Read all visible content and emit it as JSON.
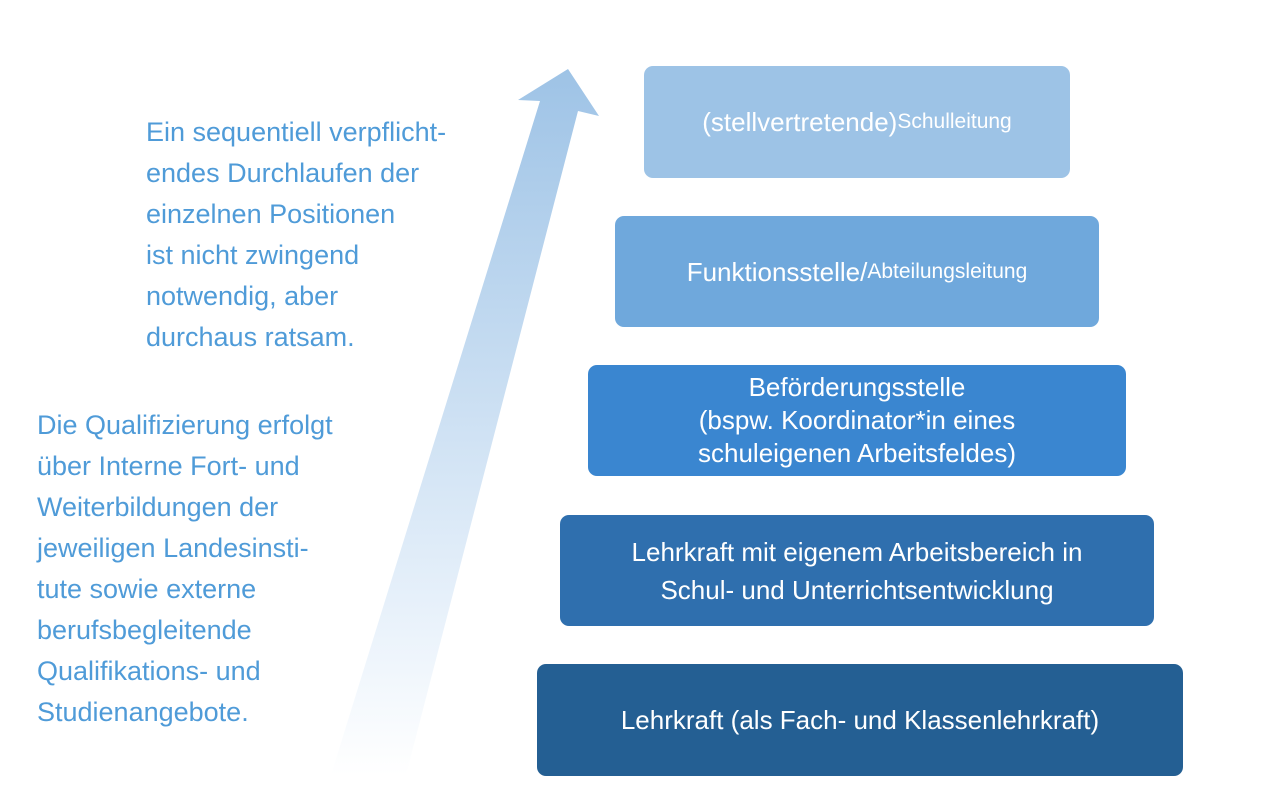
{
  "colors": {
    "text": "#4f9bd8",
    "arrow_top": "#9ec3e6",
    "arrow_bottom": "#ffffff",
    "step_1": "#9dc3e6",
    "step_2": "#6fa8dc",
    "step_3": "#3a86d0",
    "step_4": "#2f6fae",
    "step_5": "#245f93"
  },
  "notes": {
    "sequential": "Ein sequentiell verpflicht-\nendes Durchlaufen der\neinzelnen Positionen\nist nicht zwingend\nnotwendig, aber\ndurchaus ratsam.",
    "qualification": "Die Qualifizierung erfolgt\nüber Interne Fort- und\nWeiterbildungen der\njeweiligen Landesinsti-\ntute sowie externe\nberufsbegleitende\nQualifikations- und\nStudienangebote."
  },
  "steps": [
    {
      "main": "(stellvertretende) ",
      "small": "Schulleitung"
    },
    {
      "main": "Funktionsstelle/ ",
      "small": "Abteilungsleitung"
    },
    {
      "main": "Beförderungsstelle\n(bspw. Koordinator*in eines\nschuleigenen Arbeitsfeldes)"
    },
    {
      "main": "Lehrkraft mit eigenem Arbeitsbereich in\nSchul- und Unterrichtsentwicklung"
    },
    {
      "main": "Lehrkraft (als Fach- und Klassenlehrkraft)"
    }
  ],
  "arrow": {
    "icon": "career-arrow-icon",
    "direction": "up-right"
  }
}
